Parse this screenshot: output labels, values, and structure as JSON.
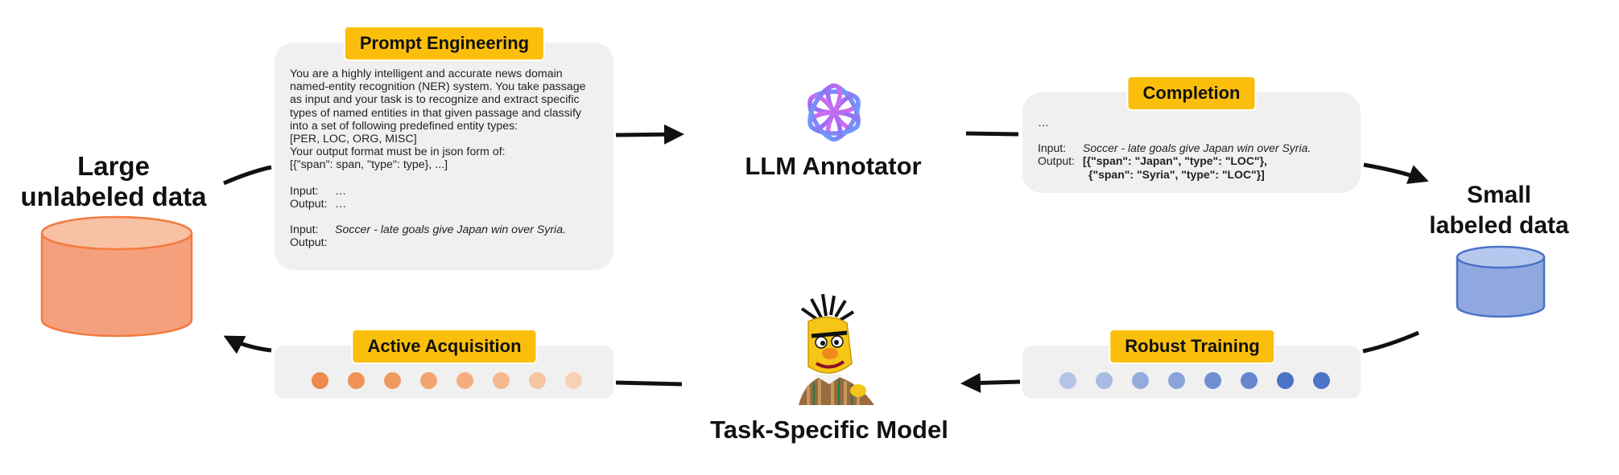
{
  "left": {
    "title_line1": "Large",
    "title_line2": "unlabeled data",
    "cylinder_color": "#f5a07d"
  },
  "right": {
    "title_line1": "Small",
    "title_line2": "labeled data",
    "cylinder_color": "#8fa9e0"
  },
  "prompt_panel": {
    "tag": "Prompt Engineering",
    "lines": [
      "You are a highly intelligent and accurate news domain",
      "named-entity recognition (NER) system. You take passage",
      "as input and your task is to recognize and extract specific",
      "types of named entities in that given passage and classify",
      "into a set of following predefined entity types:",
      "[PER, LOC, ORG, MISC]",
      "Your output format must be in json form of:",
      "[{\"span\": span, \"type\": type}, ...]"
    ],
    "input_label": "Input:",
    "output_label": "Output:",
    "ellipsis": "…",
    "example_input": "Soccer - late goals give Japan win over Syria."
  },
  "annotator": {
    "label": "LLM Annotator",
    "icon": "openai-logo-icon"
  },
  "completion_panel": {
    "tag": "Completion",
    "ellipsis": "…",
    "input_label": "Input:",
    "output_label": "Output:",
    "input_text": "Soccer - late goals give Japan win over Syria.",
    "output_line1": "[{\"span\": \"Japan\", \"type\": \"LOC\"},",
    "output_line2": "{\"span\": \"Syria\", \"type\": \"LOC\"}]"
  },
  "active_panel": {
    "tag": "Active Acquisition",
    "dot_colors": [
      "#ee8a4e",
      "#ef9257",
      "#f09a62",
      "#f2a46f",
      "#f4ae7e",
      "#f6b98e",
      "#f7c4a2",
      "#f9d0b4"
    ]
  },
  "robust_panel": {
    "tag": "Robust Training",
    "dot_colors": [
      "#b4c3e6",
      "#a9bbe3",
      "#93abdd",
      "#8aa3da",
      "#6f8fd2",
      "#6587cf",
      "#4a72c6",
      "#4c74c7"
    ]
  },
  "model": {
    "label": "Task-Specific Model",
    "icon": "bert-puppet-icon"
  },
  "arrow_color": "#111111"
}
